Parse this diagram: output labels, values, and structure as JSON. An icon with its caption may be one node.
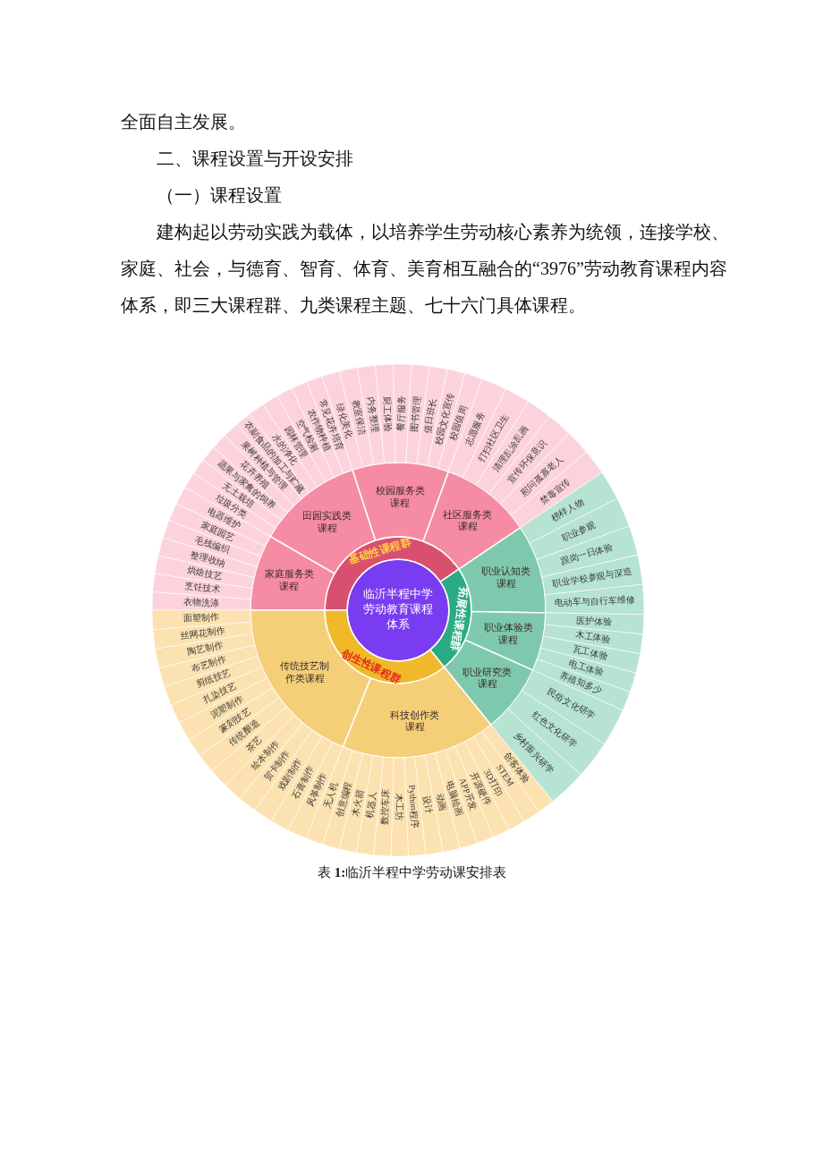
{
  "diagram": {
    "caption": "表 **1:**临沂半程中学劳动课安排表",
    "labels": [
      "全面自主发展。",
      "二、课程设置与开设安排",
      "（一）课程设置",
      "建构起以劳动实践为载体，以培养学生劳动核心素养为统领，连接学校、家庭、社会，与德育、智育、体育、美育相互融合的“3976”劳动教育课程内容体系，即三大课程群、九类课程主题、七十六门具体课程。"
    ],
    "nodes": [
      {
        "text": [
          "临沂半程中学劳动教育课程体系"
        ]
      },
      {
        "text": [
          "基础性课程群"
        ]
      },
      {
        "text": [
          "拓展性课程群"
        ]
      },
      {
        "text": [
          "创生性课程群"
        ]
      },
      {
        "text": [
          "家庭服务类课程"
        ]
      },
      {
        "text": [
          "田园实践类课程"
        ]
      },
      {
        "text": [
          "校园服务类课程"
        ]
      },
      {
        "text": [
          "社区服务类课程"
        ]
      },
      {
        "text": [
          "职业认知类课程"
        ]
      },
      {
        "text": [
          "职业体验类课程"
        ]
      },
      {
        "text": [
          "职业研究类课程"
        ]
      },
      {
        "text": [
          "科技创作类课程"
        ]
      },
      {
        "text": [
          "传统技艺制作类课程"
        ]
      },
      {
        "text": [
          "衣物洗涤"
        ]
      },
      {
        "text": [
          "烹饪技术"
        ]
      },
      {
        "text": [
          "烘焙技艺"
        ]
      },
      {
        "text": [
          "整理收纳"
        ]
      },
      {
        "text": [
          "毛线编织"
        ]
      },
      {
        "text": [
          "家庭园艺"
        ]
      },
      {
        "text": [
          "电器维护"
        ]
      },
      {
        "text": [
          "垃圾分类"
        ]
      },
      {
        "text": [
          "无土栽培"
        ]
      },
      {
        "text": [
          "蔬果与家禽的饲养"
        ]
      },
      {
        "text": [
          "花卉养殖"
        ]
      },
      {
        "text": [
          "果树种植与管理"
        ]
      },
      {
        "text": [
          "农副食品的加工与贮藏"
        ]
      },
      {
        "text": [
          "水的净化"
        ]
      },
      {
        "text": [
          "园林管理"
        ]
      },
      {
        "text": [
          "空气检测"
        ]
      },
      {
        "text": [
          "农作物种植"
        ]
      },
      {
        "text": [
          "常见花卉培育"
        ]
      },
      {
        "text": [
          "绿化美化"
        ]
      },
      {
        "text": [
          "教室保洁"
        ]
      },
      {
        "text": [
          "内务整理"
        ]
      },
      {
        "text": [
          "厨工体验"
        ]
      },
      {
        "text": [
          "餐厅服务"
        ]
      },
      {
        "text": [
          "图书管理"
        ]
      },
      {
        "text": [
          "值日班长"
        ]
      },
      {
        "text": [
          "校园文化宣传"
        ]
      },
      {
        "text": [
          "校园值周"
        ]
      },
      {
        "text": [
          "志愿服务"
        ]
      },
      {
        "text": [
          "打扫社区卫生"
        ]
      },
      {
        "text": [
          "清理乱涂乱画"
        ]
      },
      {
        "text": [
          "宣传环保意识"
        ]
      },
      {
        "text": [
          "慰问孤寡老人"
        ]
      },
      {
        "text": [
          "禁毒宣传"
        ]
      },
      {
        "text": [
          "榜样人物"
        ]
      },
      {
        "text": [
          "职业参观"
        ]
      },
      {
        "text": [
          "跟岗一日体验"
        ]
      },
      {
        "text": [
          "职业学校参观与深造"
        ]
      },
      {
        "text": [
          "电动车与自行车维修"
        ]
      },
      {
        "text": [
          "医护体验"
        ]
      },
      {
        "text": [
          "木工体验"
        ]
      },
      {
        "text": [
          "瓦工体验"
        ]
      },
      {
        "text": [
          "电工体验"
        ]
      },
      {
        "text": [
          "养殖知多少"
        ]
      },
      {
        "text": [
          "民俗文化研学"
        ]
      },
      {
        "text": [
          "红色文化研学"
        ]
      },
      {
        "text": [
          "乡村振兴研学"
        ]
      },
      {
        "text": [
          "创客体验"
        ]
      },
      {
        "text": [
          "STEM"
        ]
      },
      {
        "text": [
          "3D打印"
        ]
      },
      {
        "text": [
          "开源硬件"
        ]
      },
      {
        "text": [
          "APP开发"
        ]
      },
      {
        "text": [
          "电脑绘画"
        ]
      },
      {
        "text": [
          "动画"
        ]
      },
      {
        "text": [
          "设计"
        ]
      },
      {
        "text": [
          "Python程序"
        ]
      },
      {
        "text": [
          "木工坊"
        ]
      },
      {
        "text": [
          "数控车床"
        ]
      },
      {
        "text": [
          "机器人"
        ]
      },
      {
        "text": [
          "木火箭"
        ]
      },
      {
        "text": [
          "创意编程"
        ]
      },
      {
        "text": [
          "无人机"
        ]
      },
      {
        "text": [
          "风筝制作"
        ]
      },
      {
        "text": [
          "石膏制作"
        ]
      },
      {
        "text": [
          "戏剧制作"
        ]
      },
      {
        "text": [
          "贺卡制作"
        ]
      },
      {
        "text": [
          "绘本制作"
        ]
      },
      {
        "text": [
          "茶艺"
        ]
      },
      {
        "text": [
          "传统酿造"
        ]
      },
      {
        "text": [
          "篆刻技艺"
        ]
      },
      {
        "text": [
          "泥塑制作"
        ]
      },
      {
        "text": [
          "扎染技艺"
        ]
      },
      {
        "text": [
          "剪纸技艺"
        ]
      },
      {
        "text": [
          "布艺制作"
        ]
      },
      {
        "text": [
          "陶艺制作"
        ]
      },
      {
        "text": [
          "丝网花制作"
        ]
      },
      {
        "text": [
          "面塑制作"
        ]
      }
    ]
  }
}
